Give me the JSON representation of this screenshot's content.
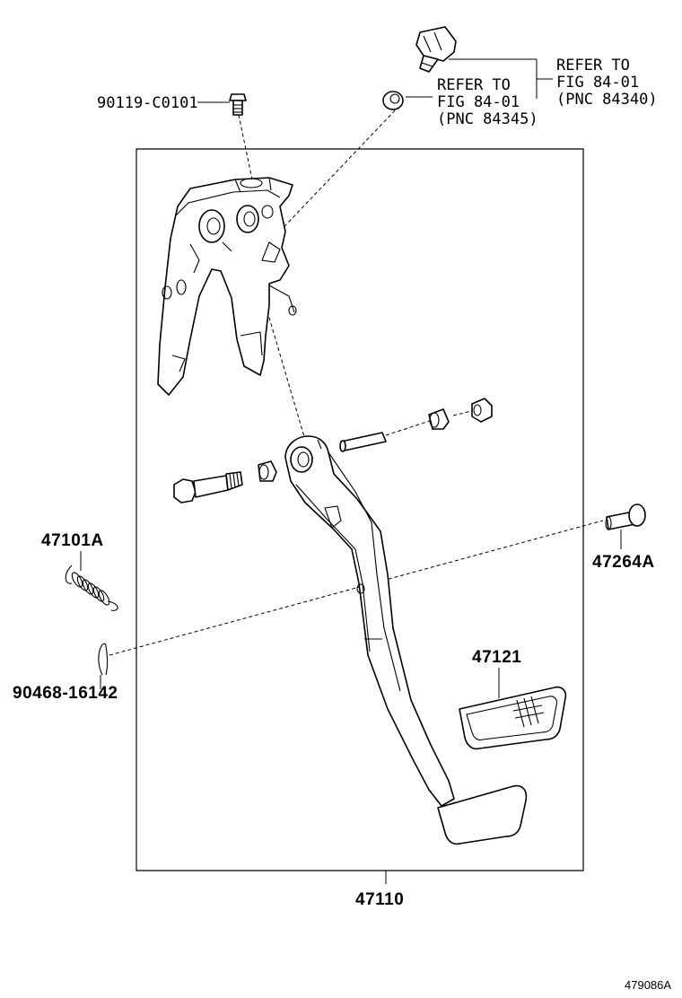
{
  "labels": {
    "bolt": "90119-C0101",
    "refer_right_1": "REFER TO",
    "refer_right_2": "FIG 84-01",
    "refer_right_3": "(PNC 84340)",
    "refer_left_1": "REFER TO",
    "refer_left_2": "FIG 84-01",
    "refer_left_3": "(PNC 84345)",
    "spring": "47101A",
    "pin": "47264A",
    "clip": "90468-16142",
    "pad": "47121",
    "pedal": "47110",
    "figure_id": "479086A"
  },
  "icons": [
    "bolt-icon",
    "switch-icon",
    "cushion-icon",
    "bracket-icon",
    "spring-icon",
    "clip-icon",
    "bushing-icon",
    "collar-icon",
    "nut-icon",
    "pin-icon",
    "pedal-arm-icon",
    "pedal-pad-icon"
  ]
}
